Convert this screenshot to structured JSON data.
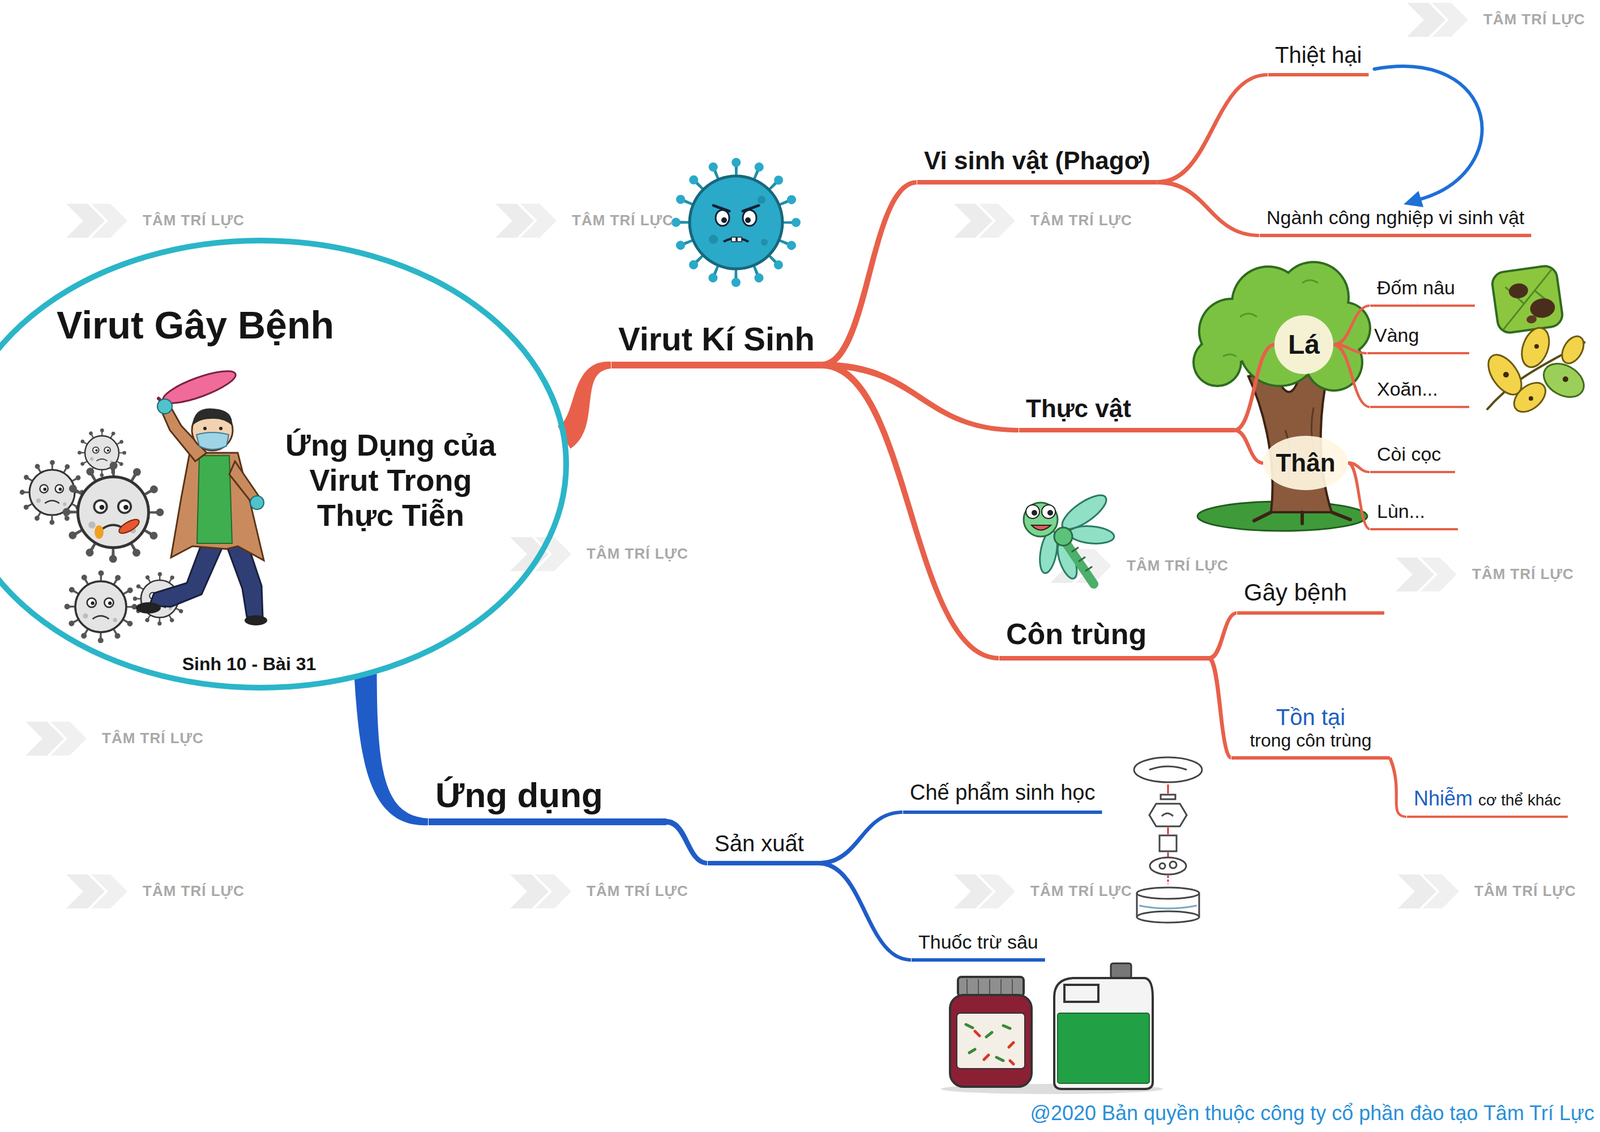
{
  "diagram": {
    "nodes": [
      {
        "text": [
          "Virut Gây Bệnh",
          "Ứng Dụng của Virut Trong Thực Tiễn",
          "Sinh 10 - Bài 31"
        ]
      },
      {
        "text": [
          "Virut Kí Sinh"
        ]
      },
      {
        "text": [
          "Vi sinh vật (Phagơ)"
        ]
      },
      {
        "text": [
          "Thiệt hại"
        ]
      },
      {
        "text": [
          "Ngành công nghiệp vi sinh vật"
        ]
      },
      {
        "text": [
          "Thực vật"
        ]
      },
      {
        "text": [
          "Lá"
        ]
      },
      {
        "text": [
          "Đốm nâu"
        ]
      },
      {
        "text": [
          "Vàng"
        ]
      },
      {
        "text": [
          "Xoăn..."
        ]
      },
      {
        "text": [
          "Thân"
        ]
      },
      {
        "text": [
          "Còi cọc"
        ]
      },
      {
        "text": [
          "Lùn..."
        ]
      },
      {
        "text": [
          "Côn trùng"
        ]
      },
      {
        "text": [
          "Gây bệnh"
        ]
      },
      {
        "text": [
          "Tồn tại",
          "trong côn trùng"
        ]
      },
      {
        "text": [
          "Nhiễm",
          "cơ thể khác"
        ]
      },
      {
        "text": [
          "Ứng dụng"
        ]
      },
      {
        "text": [
          "Sản xuất"
        ]
      },
      {
        "text": [
          "Chế phẩm sinh học"
        ]
      },
      {
        "text": [
          "Thuốc trừ sâu"
        ]
      }
    ],
    "edges": [
      {
        "from": 0,
        "to": 1,
        "arrow": "none"
      },
      {
        "from": 1,
        "to": 2,
        "arrow": "none"
      },
      {
        "from": 2,
        "to": 3,
        "arrow": "none"
      },
      {
        "from": 2,
        "to": 4,
        "arrow": "none"
      },
      {
        "from": 3,
        "to": 4,
        "arrow": "to"
      },
      {
        "from": 1,
        "to": 5,
        "arrow": "none"
      },
      {
        "from": 5,
        "to": 6,
        "arrow": "none"
      },
      {
        "from": 6,
        "to": 7,
        "arrow": "none"
      },
      {
        "from": 6,
        "to": 8,
        "arrow": "none"
      },
      {
        "from": 6,
        "to": 9,
        "arrow": "none"
      },
      {
        "from": 5,
        "to": 10,
        "arrow": "none"
      },
      {
        "from": 10,
        "to": 11,
        "arrow": "none"
      },
      {
        "from": 10,
        "to": 12,
        "arrow": "none"
      },
      {
        "from": 1,
        "to": 13,
        "arrow": "none"
      },
      {
        "from": 13,
        "to": 14,
        "arrow": "none"
      },
      {
        "from": 13,
        "to": 15,
        "arrow": "none"
      },
      {
        "from": 15,
        "to": 16,
        "arrow": "none"
      },
      {
        "from": 0,
        "to": 17,
        "arrow": "none"
      },
      {
        "from": 17,
        "to": 18,
        "arrow": "none"
      },
      {
        "from": 18,
        "to": 19,
        "arrow": "none"
      },
      {
        "from": 18,
        "to": 20,
        "arrow": "none"
      }
    ],
    "labels": [
      "TÂM TRÍ LỰC",
      "TÂM TRÍ LỰC",
      "TÂM TRÍ LỰC",
      "TÂM TRÍ LỰC",
      "TÂM TRÍ LỰC",
      "TÂM TRÍ LỰC",
      "TÂM TRÍ LỰC",
      "TÂM TRÍ LỰC",
      "TÂM TRÍ LỰC",
      "TÂM TRÍ LỰC",
      "TÂM TRÍ LỰC",
      "TÂM TRÍ LỰC",
      "@2020 Bản quyền thuộc công ty cổ phần đào tạo Tâm Trí Lực"
    ]
  }
}
